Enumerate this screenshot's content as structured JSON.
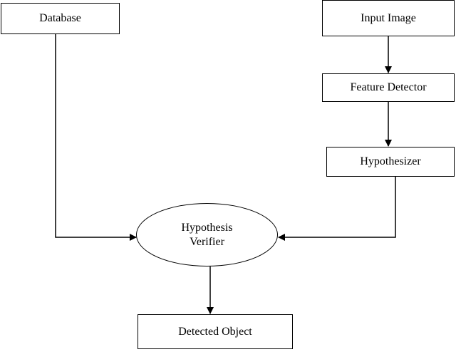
{
  "nodes": {
    "database": "Database",
    "input_image": "Input Image",
    "feature_detector": "Feature Detector",
    "hypothesizer": "Hypothesizer",
    "hypothesis_verifier_line1": "Hypothesis",
    "hypothesis_verifier_line2": "Verifier",
    "detected_object": "Detected Object"
  },
  "edges": [
    {
      "from": "input_image",
      "to": "feature_detector"
    },
    {
      "from": "feature_detector",
      "to": "hypothesizer"
    },
    {
      "from": "database",
      "to": "hypothesis_verifier"
    },
    {
      "from": "hypothesizer",
      "to": "hypothesis_verifier"
    },
    {
      "from": "hypothesis_verifier",
      "to": "detected_object"
    }
  ],
  "colors": {
    "line": "#000000",
    "background": "#ffffff"
  }
}
